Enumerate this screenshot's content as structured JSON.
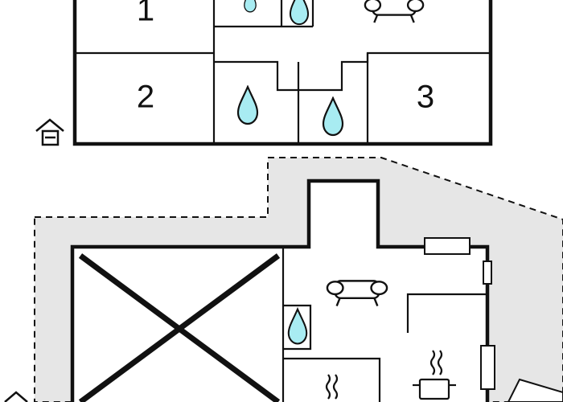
{
  "floorplan": {
    "room_labels": {
      "room_1": "1",
      "room_2": "2",
      "room_3": "3"
    },
    "icons": {
      "water_drop": "water-drop-icon",
      "sofa": "sofa-icon",
      "cooking_pot": "cooking-pot-icon",
      "house": "house-icon",
      "window": "window-icon"
    },
    "colors": {
      "wall": "#111111",
      "terrace_fill": "#e6e6e6",
      "water_drop": "#a8ecf2",
      "background": "#ffffff"
    }
  }
}
